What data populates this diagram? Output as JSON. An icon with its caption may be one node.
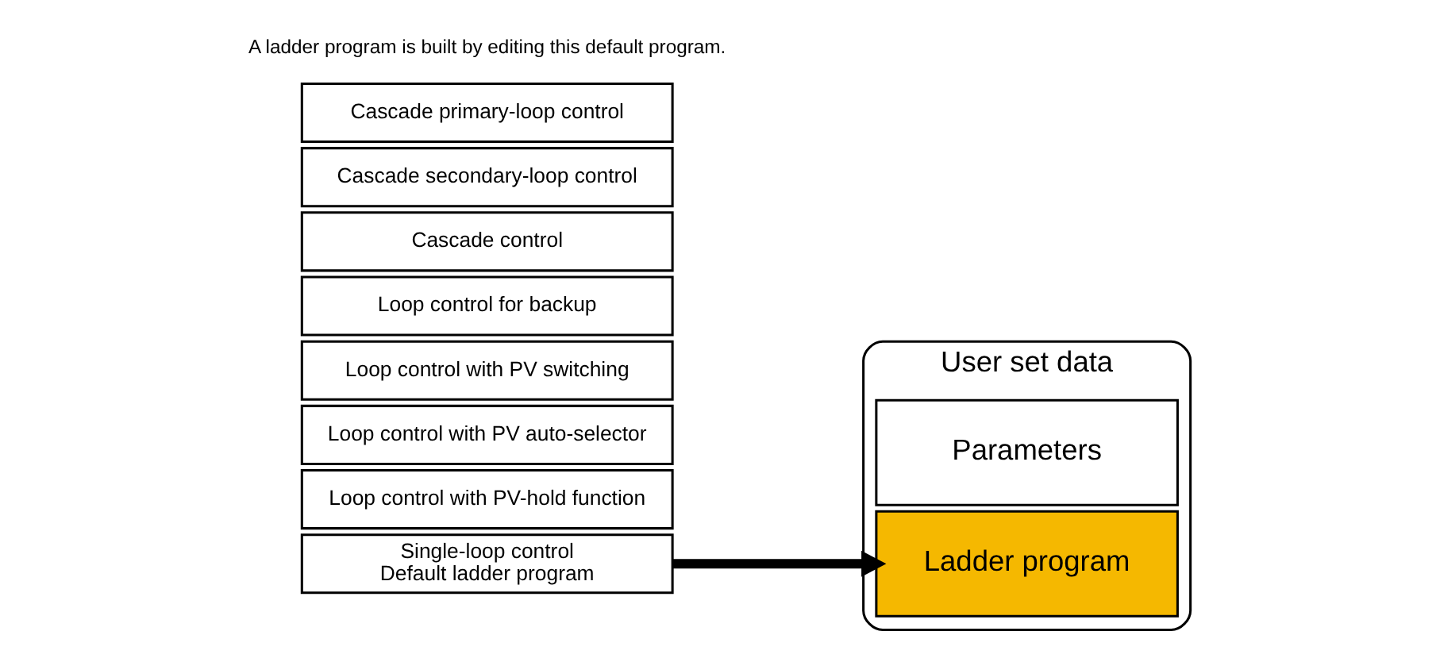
{
  "diagram": {
    "nodes": [
      {
        "text": [
          "User set data"
        ]
      },
      {
        "text": [
          "Parameters"
        ],
        "in": 0
      },
      {
        "text": [
          "Ladder program"
        ],
        "in": 0
      },
      {
        "text": [
          "Loop control with PV-hold function"
        ]
      },
      {
        "text": [
          "Loop control with PV auto-selector"
        ]
      },
      {
        "text": [
          "Loop control with PV switching"
        ]
      },
      {
        "text": [
          "Loop control for backup"
        ]
      },
      {
        "text": [
          "Cascade control"
        ]
      },
      {
        "text": [
          "Cascade secondary-loop control"
        ]
      },
      {
        "text": [
          "Cascade primary-loop control"
        ]
      },
      {
        "text": [
          "Single-loop control",
          "Default ladder program"
        ]
      }
    ],
    "edges": [
      {
        "from": 10,
        "to": 2,
        "arrow": "to"
      }
    ],
    "labels": [
      "A ladder program is built by editing this default program."
    ]
  }
}
